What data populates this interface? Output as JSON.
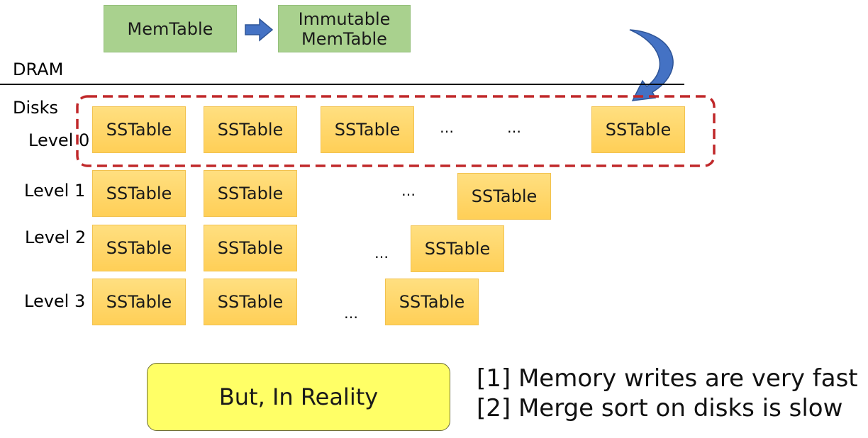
{
  "memory": {
    "memtable": "MemTable",
    "immutable_line1": "Immutable",
    "immutable_line2": "MemTable"
  },
  "labels": {
    "dram": "DRAM",
    "disks": "Disks",
    "level0": "Level 0",
    "level1": "Level 1",
    "level2": "Level 2",
    "level3": "Level 3"
  },
  "sstable": "SSTable",
  "ellipsis": "…",
  "callout": "But, In Reality",
  "notes": [
    "[1] Memory writes are very fast",
    "[2] Merge sort on disks is slow"
  ],
  "colors": {
    "memtable_fill": "#a9d18e",
    "sstable_fill": "#ffd966",
    "arrow_blue": "#4472c4",
    "dashed_red": "#c0282a",
    "callout_fill": "#ffff66"
  }
}
